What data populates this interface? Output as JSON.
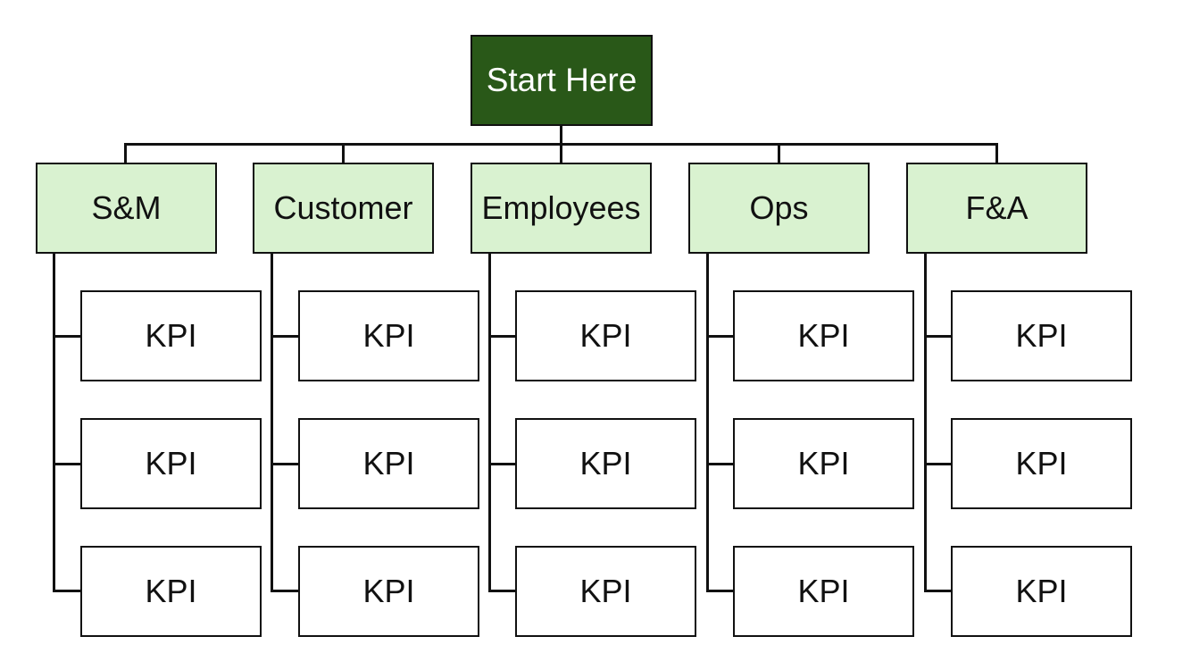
{
  "root": {
    "label": "Start Here"
  },
  "categories": [
    {
      "label": "S&M",
      "kpis": [
        "KPI",
        "KPI",
        "KPI"
      ]
    },
    {
      "label": "Customer",
      "kpis": [
        "KPI",
        "KPI",
        "KPI"
      ]
    },
    {
      "label": "Employees",
      "kpis": [
        "KPI",
        "KPI",
        "KPI"
      ]
    },
    {
      "label": "Ops",
      "kpis": [
        "KPI",
        "KPI",
        "KPI"
      ]
    },
    {
      "label": "F&A",
      "kpis": [
        "KPI",
        "KPI",
        "KPI"
      ]
    }
  ],
  "colors": {
    "root_fill": "#295818",
    "root_text": "#ffffff",
    "category_fill": "#d9f2d0",
    "kpi_fill": "#ffffff",
    "line": "#111111"
  }
}
